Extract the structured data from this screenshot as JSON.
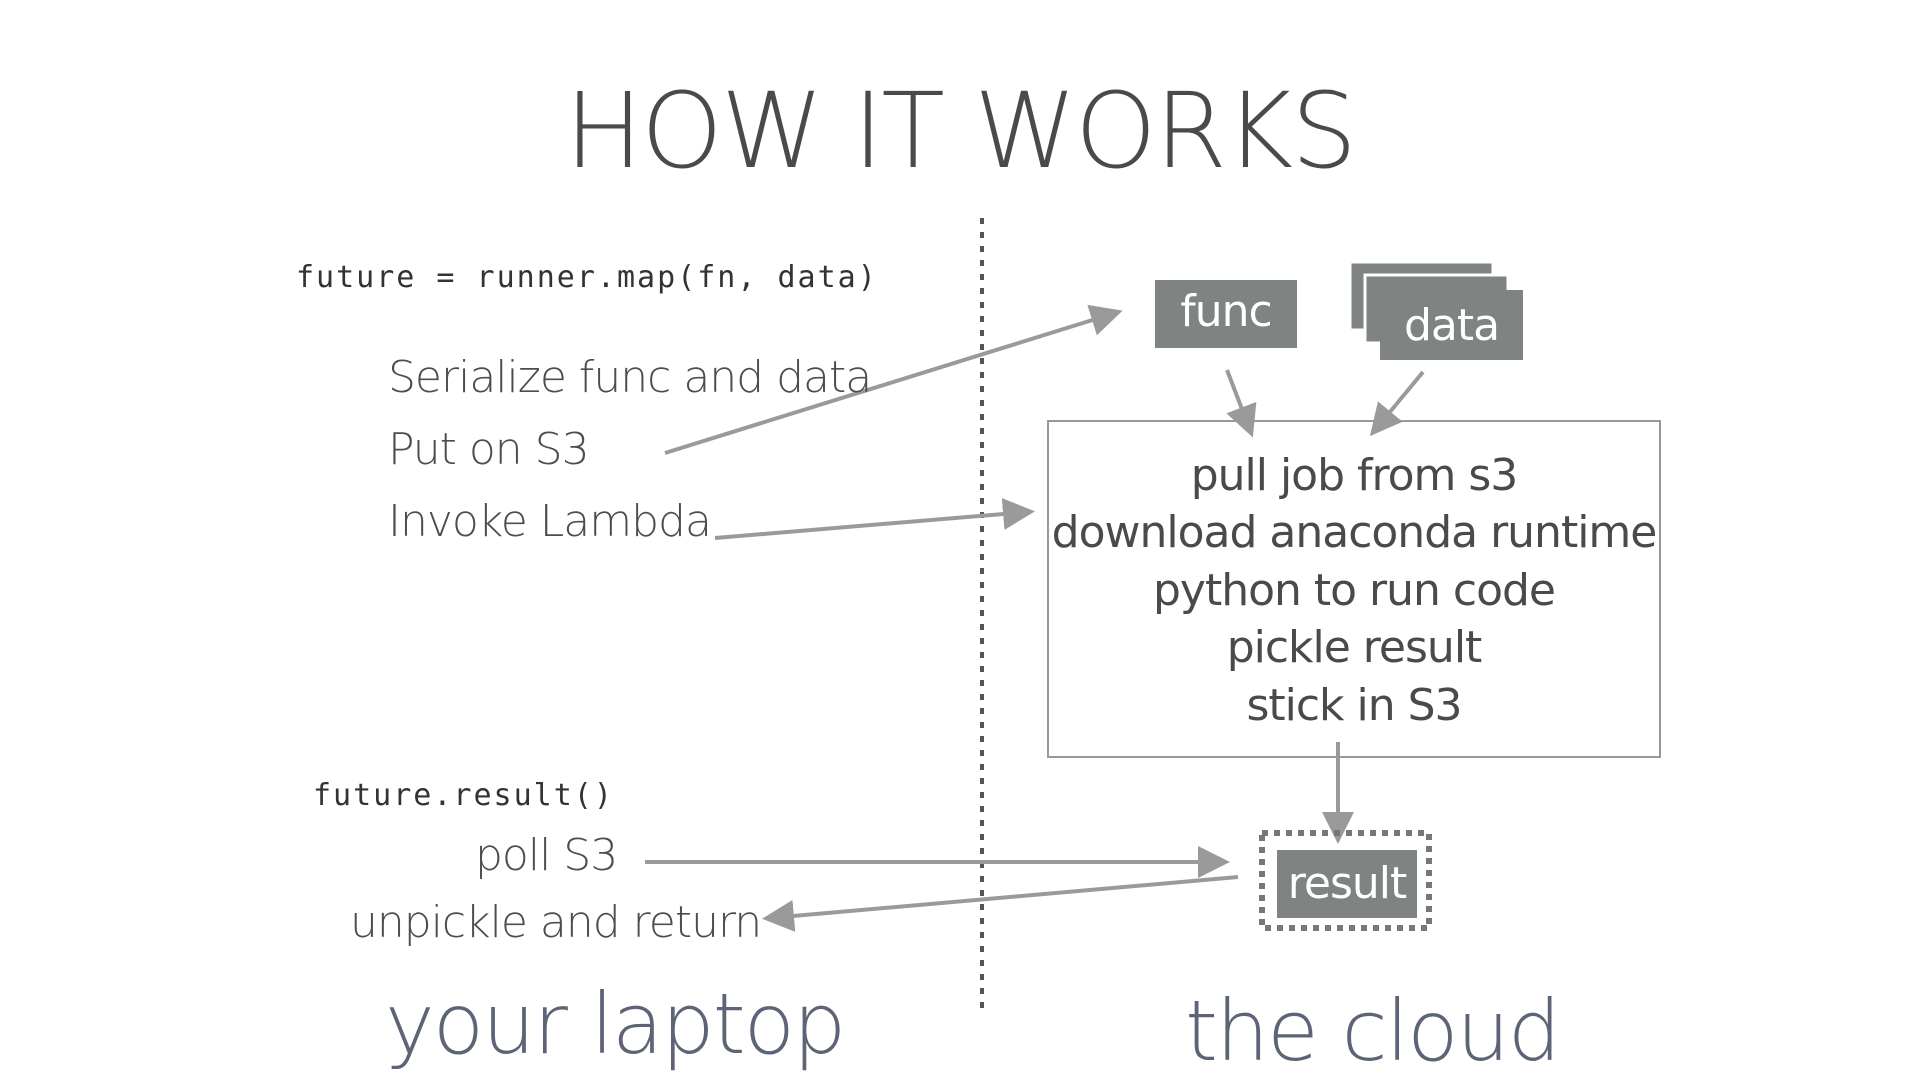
{
  "title": "HOW IT WORKS",
  "laptop": {
    "map_call": "future = runner.map(fn, data)",
    "steps": [
      "Serialize func and data",
      "Put on S3",
      "Invoke Lambda"
    ],
    "result_call": "future.result()",
    "poll": "poll S3",
    "unpickle": "unpickle and return",
    "label": "your laptop"
  },
  "cloud": {
    "func": "func",
    "data": "data",
    "steps": [
      "pull job from s3",
      "download anaconda runtime",
      "python to run code",
      "pickle result",
      "stick in S3"
    ],
    "result": "result",
    "label": "the cloud"
  },
  "colors": {
    "text": "#4a4a4a",
    "arrow": "#9a9a9a",
    "dark_box": "#7f8482",
    "label_blue": "#5e6477"
  }
}
